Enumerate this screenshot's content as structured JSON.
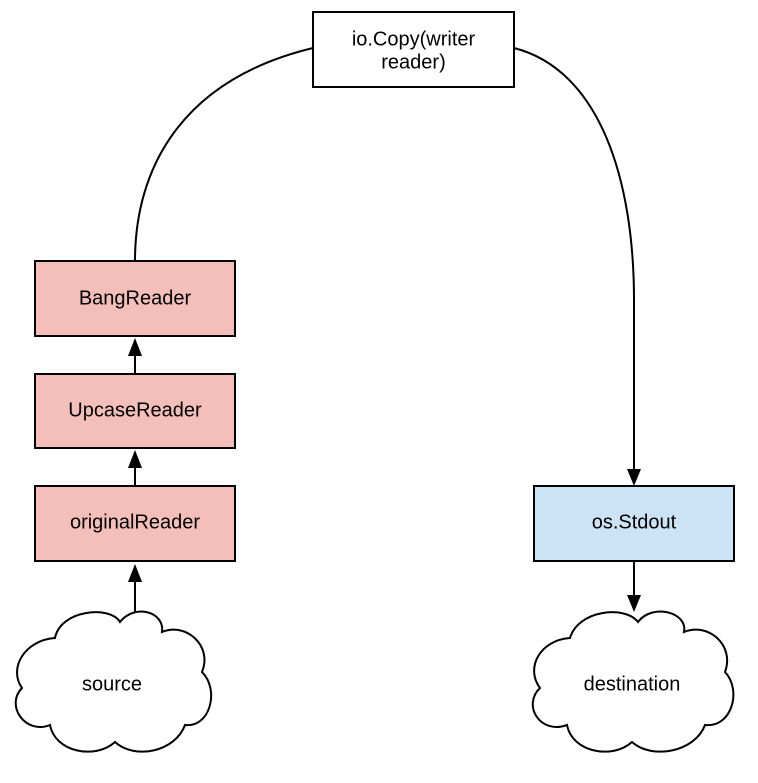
{
  "nodes": {
    "io_copy": {
      "line1": "io.Copy(writer",
      "line2": "reader)"
    },
    "bang_reader": {
      "label": "BangReader"
    },
    "upcase_reader": {
      "label": "UpcaseReader"
    },
    "original_reader": {
      "label": "originalReader"
    },
    "os_stdout": {
      "label": "os.Stdout"
    },
    "source": {
      "label": "source"
    },
    "destination": {
      "label": "destination"
    }
  },
  "colors": {
    "reader_fill": "#f4bfb8",
    "stdout_fill": "#cce3f5",
    "stroke": "#000000",
    "background": "#ffffff"
  }
}
